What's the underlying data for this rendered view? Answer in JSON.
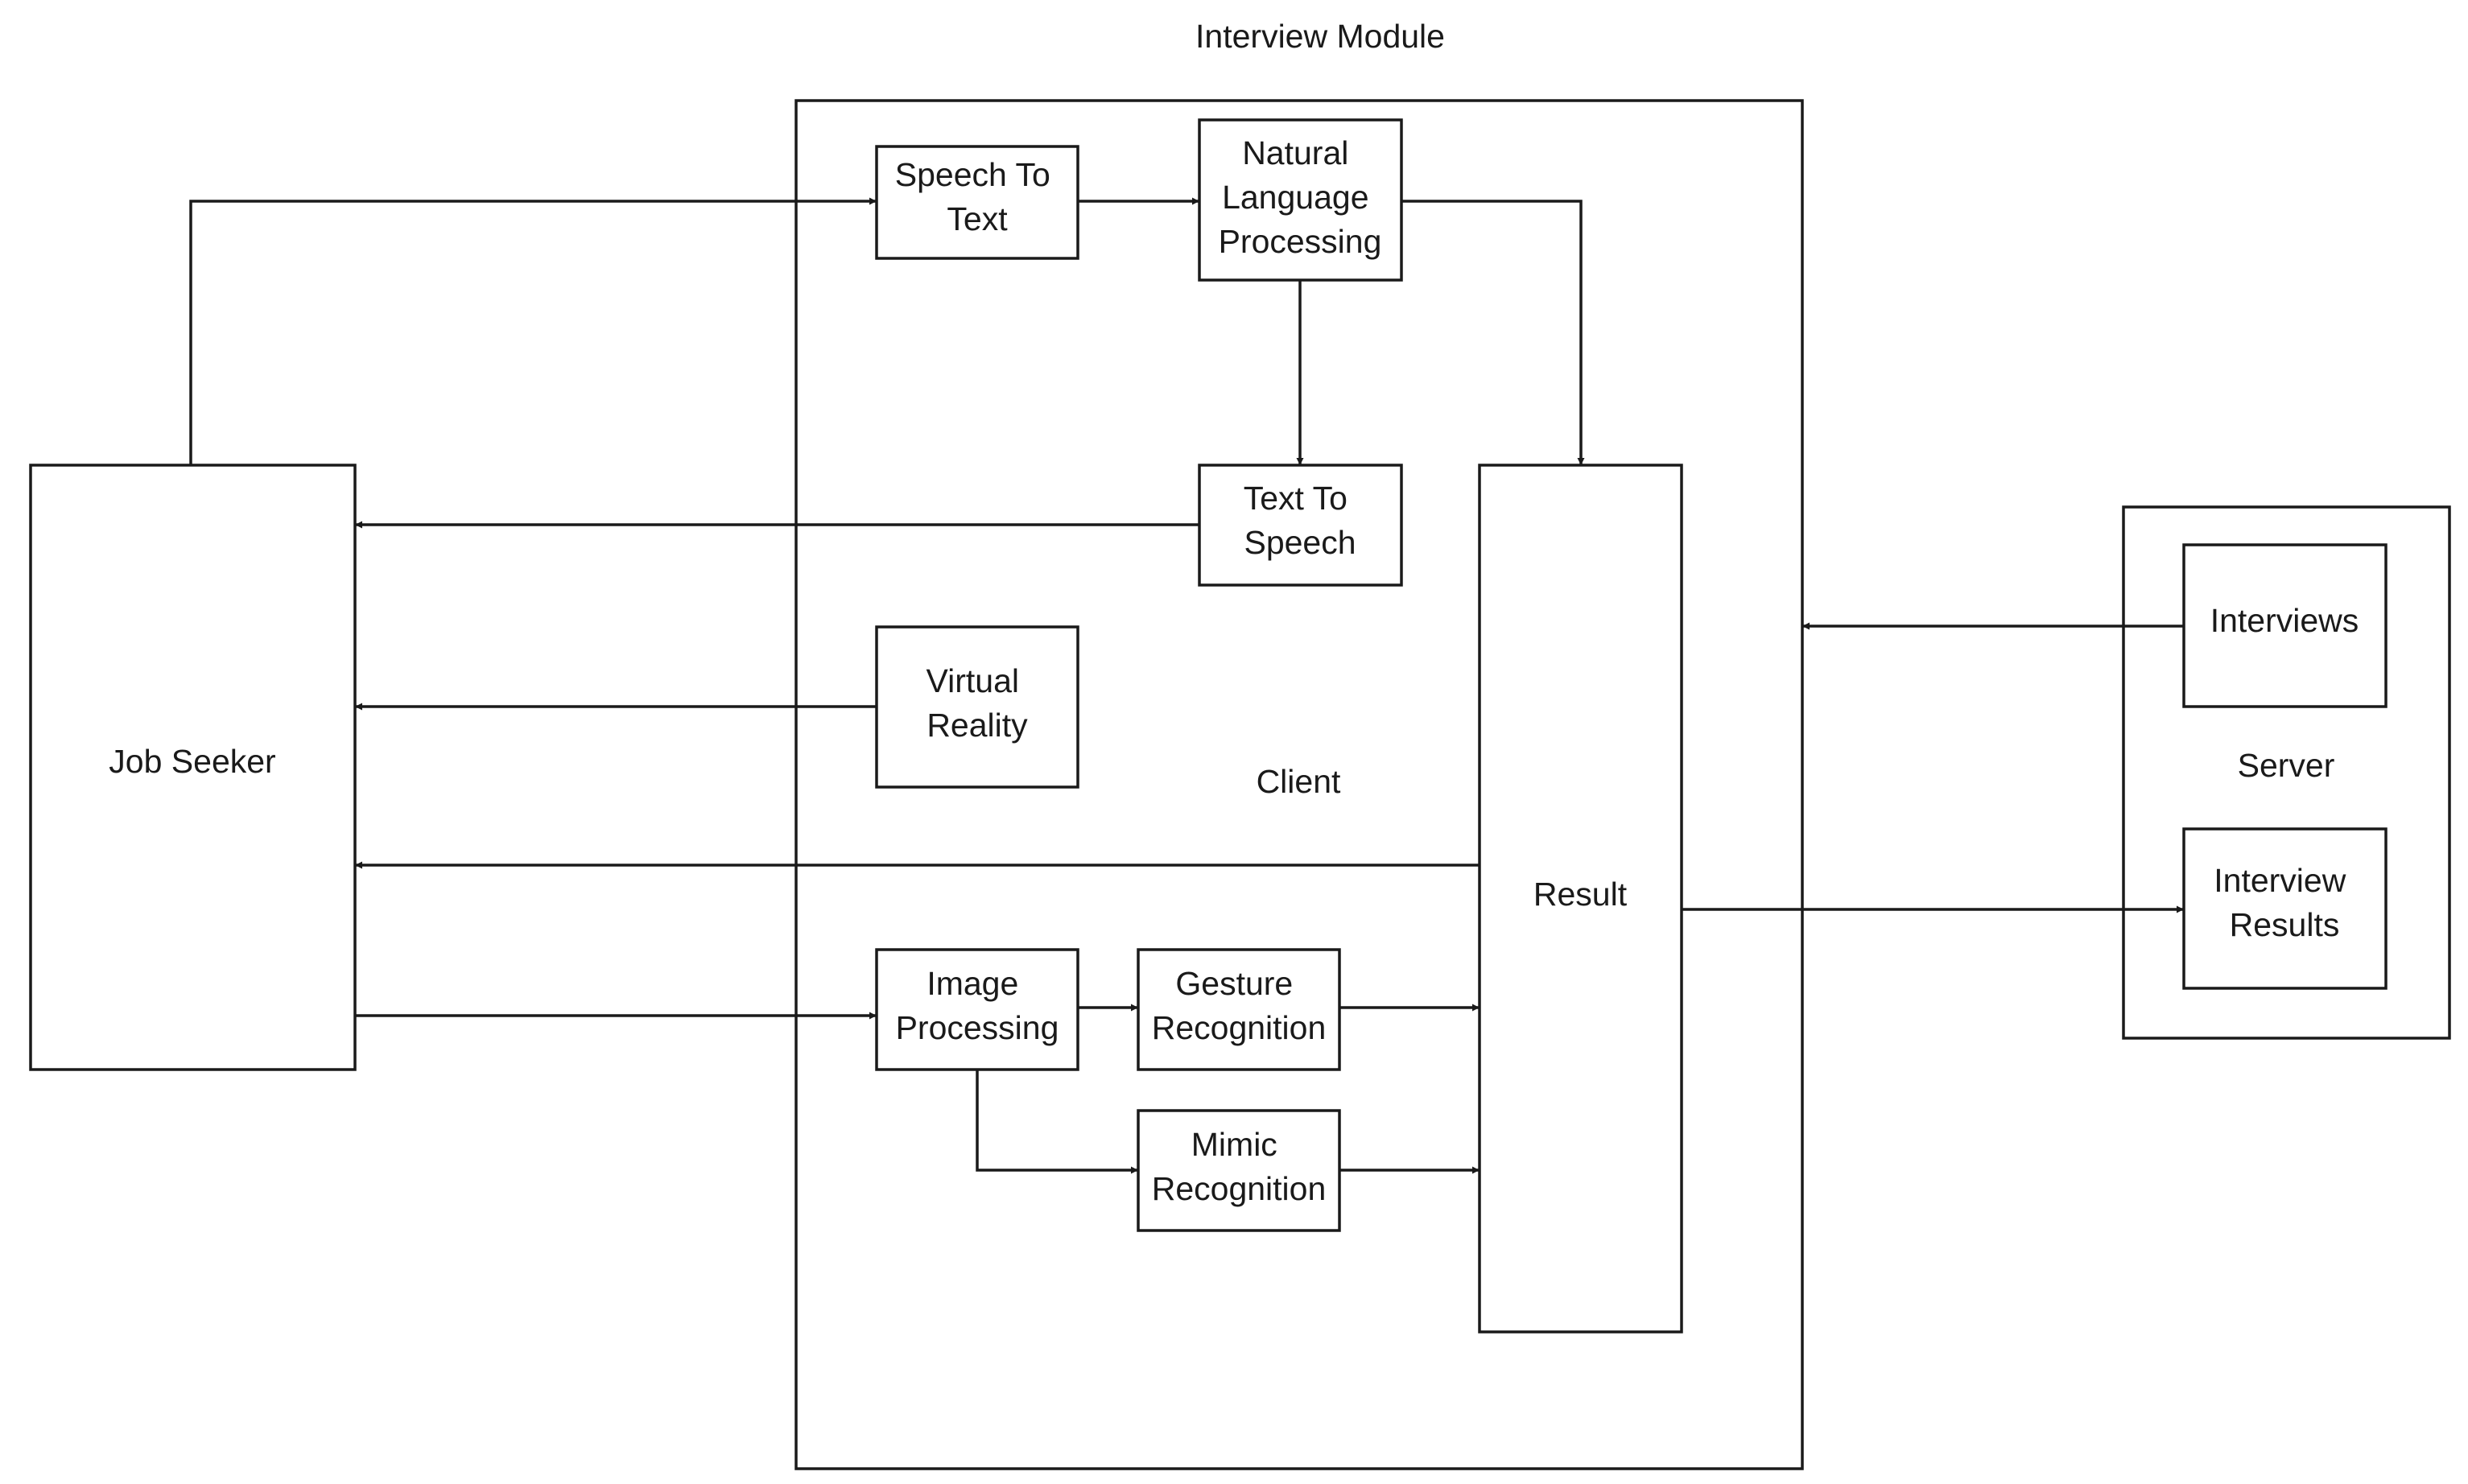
{
  "title": "Interview Module",
  "containers": {
    "client": "Client",
    "server": "Server"
  },
  "nodes": {
    "job_seeker": [
      "Job Seeker"
    ],
    "speech_to_text": [
      "Speech To",
      "Text"
    ],
    "nlp": [
      "Natural",
      "Language",
      "Processing"
    ],
    "text_to_speech": [
      "Text To",
      "Speech"
    ],
    "virtual_reality": [
      "Virtual",
      "Reality"
    ],
    "image_processing": [
      "Image",
      "Processing"
    ],
    "gesture_recognition": [
      "Gesture",
      "Recognition"
    ],
    "mimic_recognition": [
      "Mimic",
      "Recognition"
    ],
    "result": [
      "Result"
    ],
    "interviews": [
      "Interviews"
    ],
    "interview_results": [
      "Interview",
      "Results"
    ]
  },
  "edges": [
    {
      "from": "job_seeker",
      "to": "speech_to_text"
    },
    {
      "from": "speech_to_text",
      "to": "nlp"
    },
    {
      "from": "nlp",
      "to": "text_to_speech"
    },
    {
      "from": "nlp",
      "to": "result"
    },
    {
      "from": "text_to_speech",
      "to": "job_seeker"
    },
    {
      "from": "virtual_reality",
      "to": "job_seeker"
    },
    {
      "from": "result",
      "to": "job_seeker"
    },
    {
      "from": "job_seeker",
      "to": "image_processing"
    },
    {
      "from": "image_processing",
      "to": "gesture_recognition"
    },
    {
      "from": "image_processing",
      "to": "mimic_recognition"
    },
    {
      "from": "gesture_recognition",
      "to": "result"
    },
    {
      "from": "mimic_recognition",
      "to": "result"
    },
    {
      "from": "interviews",
      "to": "client"
    },
    {
      "from": "result",
      "to": "interview_results"
    }
  ],
  "colors": {
    "stroke": "#1a1a1a",
    "background": "#ffffff"
  }
}
